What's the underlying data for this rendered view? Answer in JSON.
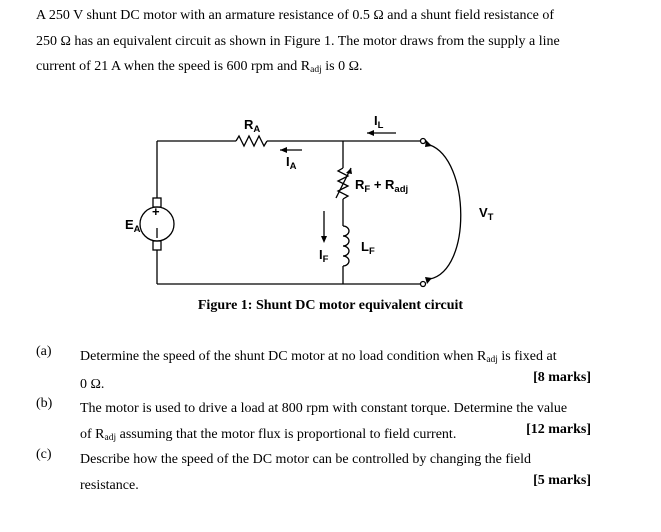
{
  "intro": {
    "line1": "A 250 V shunt DC motor with an armature resistance of 0.5 Ω and a shunt field resistance of",
    "line2": "250 Ω has an equivalent circuit as shown in Figure 1.  The motor draws from the supply a line",
    "line3a": "current of 21 A when the speed is 600 rpm and R",
    "line3_sub": "adj",
    "line3b": " is 0 Ω."
  },
  "diagram": {
    "ra": "R",
    "ra_sub": "A",
    "il": "I",
    "il_sub": "L",
    "ia": "I",
    "ia_sub": "A",
    "rf": "R",
    "rf_sub": "F",
    "rf_plus": " + R",
    "radj_sub": "adj",
    "vt": "V",
    "vt_sub": "T",
    "ea": "E",
    "ea_sub": "A",
    "lf": "L",
    "lf_sub": "F",
    "if": "I",
    "if_sub": "F",
    "plus_sign": "+"
  },
  "caption": "Figure 1: Shunt DC motor equivalent circuit",
  "questions": [
    {
      "num": "(a)",
      "line1a": "Determine the speed of the shunt DC motor at no load condition when R",
      "line1_sub": "adj",
      "line1b": " is fixed at",
      "line2": "0 Ω.",
      "marks": "[8 marks]"
    },
    {
      "num": "(b)",
      "line1": "The motor is used to drive a load at 800 rpm with constant torque.  Determine the value",
      "line2a": "of R",
      "line2_sub": "adj",
      "line2b": " assuming that the motor flux is proportional to field current.",
      "marks": "[12 marks]"
    },
    {
      "num": "(c)",
      "line1": "Describe how the speed of the DC motor can be controlled by changing the field",
      "line2": "resistance.",
      "marks": "[5 marks]"
    }
  ]
}
